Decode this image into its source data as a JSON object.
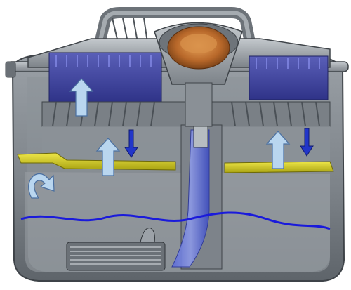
{
  "figure": {
    "subject": "pond-filter-cutaway",
    "caption": "",
    "colors": {
      "housing": "#8e949a",
      "housing_dark": "#5b6168",
      "housing_light": "#b9bec3",
      "media_blue": "#3b3f9a",
      "media_blue_light": "#6e74c9",
      "yellow_tray": "#d9d226",
      "water_line": "#1a1adb",
      "tube_blue": "#3f4fd6",
      "cap_orange": "#c87a2e",
      "arrow_light": "#b9d6ef",
      "arrow_dark": "#2236c9"
    }
  },
  "flow_arrows": [
    {
      "id": "up-left-top",
      "kind": "light",
      "direction": "up"
    },
    {
      "id": "up-left-mid",
      "kind": "light",
      "direction": "up"
    },
    {
      "id": "down-left-mid",
      "kind": "dark",
      "direction": "down"
    },
    {
      "id": "up-right-mid",
      "kind": "light",
      "direction": "up"
    },
    {
      "id": "down-right-mid",
      "kind": "dark",
      "direction": "down"
    },
    {
      "id": "swirl-left",
      "kind": "light",
      "direction": "curve"
    }
  ]
}
